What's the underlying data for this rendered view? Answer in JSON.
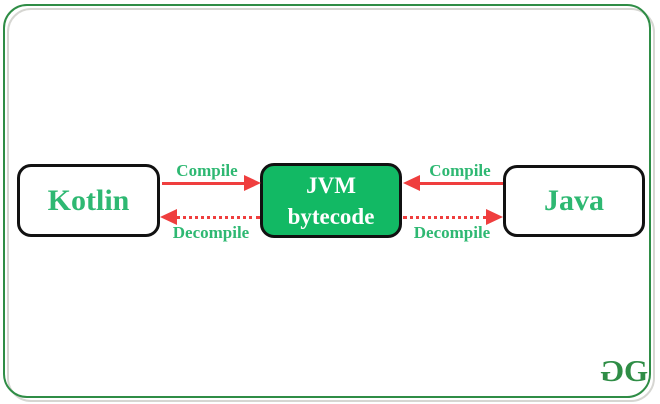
{
  "diagram": {
    "nodes": {
      "kotlin": {
        "label": "Kotlin"
      },
      "jvm": {
        "label_line1": "JVM",
        "label_line2": "bytecode"
      },
      "java": {
        "label": "Java"
      }
    },
    "edges": {
      "kotlin_to_jvm": {
        "label": "Compile",
        "style": "solid",
        "direction": "right"
      },
      "jvm_to_kotlin": {
        "label": "Decompile",
        "style": "dotted",
        "direction": "left"
      },
      "java_to_jvm": {
        "label": "Compile",
        "style": "solid",
        "direction": "left"
      },
      "jvm_to_java": {
        "label": "Decompile",
        "style": "dotted",
        "direction": "right"
      }
    },
    "logo": {
      "letter_left": "G",
      "letter_right": "G"
    },
    "colors": {
      "frame_green": "#2f8d46",
      "node_fill_green": "#12b964",
      "text_green": "#2eb872",
      "arrow_red": "#ef3e3e",
      "node_border_black": "#111111",
      "shadow_gray": "#d6d6d2"
    }
  }
}
